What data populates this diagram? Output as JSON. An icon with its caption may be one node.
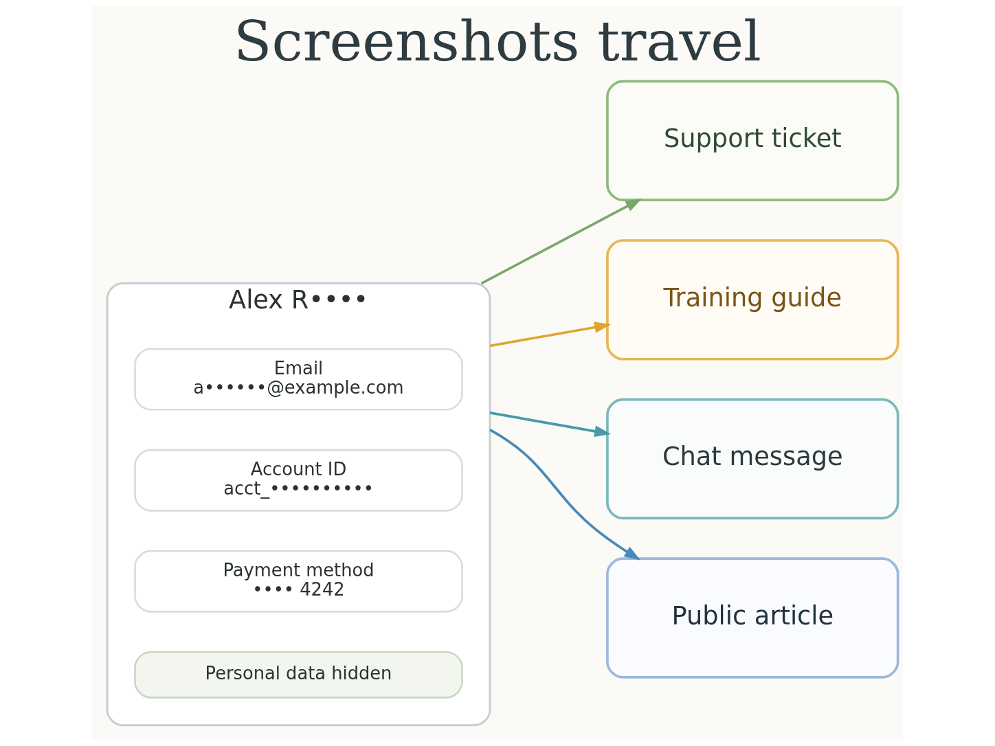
{
  "diagram": {
    "title": "Screenshots travel",
    "nodes": [
      {
        "text": [
          "Alex R••••"
        ]
      },
      {
        "text": [
          "Email",
          "a••••••@example.com"
        ],
        "in": 0
      },
      {
        "text": [
          "Account ID",
          "acct_••••••••••"
        ],
        "in": 0
      },
      {
        "text": [
          "Payment method",
          "•••• 4242"
        ],
        "in": 0
      },
      {
        "text": [
          "Personal data hidden"
        ],
        "in": 0
      },
      {
        "text": [
          "Support ticket"
        ]
      },
      {
        "text": [
          "Training guide"
        ]
      },
      {
        "text": [
          "Chat message"
        ]
      },
      {
        "text": [
          "Public article"
        ]
      }
    ],
    "edges": [
      {
        "from": 0,
        "to": 5,
        "arrow": "to",
        "color": "#7aa86a"
      },
      {
        "from": 0,
        "to": 6,
        "arrow": "to",
        "color": "#e0a530"
      },
      {
        "from": 0,
        "to": 7,
        "arrow": "to",
        "color": "#4a9aa8"
      },
      {
        "from": 0,
        "to": 8,
        "arrow": "to",
        "color": "#4a88b8"
      }
    ]
  }
}
